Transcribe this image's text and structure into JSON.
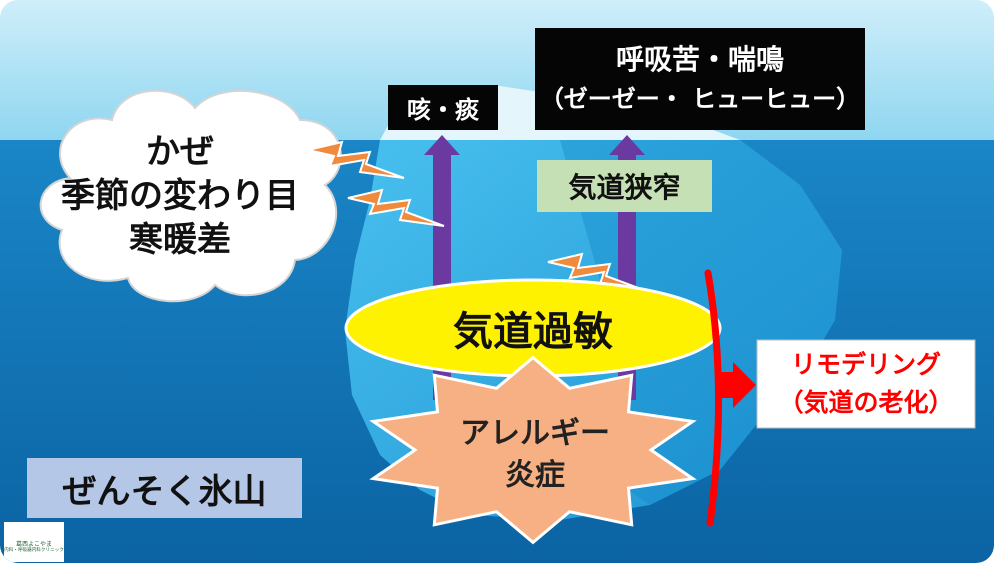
{
  "top_labels": {
    "cough": "咳・痰",
    "dyspnea_line1": "呼吸苦・喘鳴",
    "dyspnea_line2": "（ゼーゼー・ ヒューヒュー）"
  },
  "triggers": {
    "lines": [
      "かぜ",
      "季節の変わり目",
      "寒暖差"
    ]
  },
  "narrowing": "気道狭窄",
  "hyperreactivity": "気道過敏",
  "inflammation": {
    "line1": "アレルギー",
    "line2": "炎症"
  },
  "remodeling": {
    "line1": "リモデリング",
    "line2": "（気道の老化）"
  },
  "title": "ぜんそく氷山",
  "logo": {
    "name": "葛西よこやま",
    "sub": "内科・呼吸器内科クリニック"
  },
  "colors": {
    "sky": "#8ad4ee",
    "sea": "#0e78b9",
    "iceberg": "#2aa7df",
    "arrow": "#6b3aa0",
    "lightning": "#f08a3c",
    "ellipse": "#fff200",
    "star": "#f7b083",
    "remodel_text": "#ff0000",
    "narrow_box": "#c5e0b4"
  }
}
